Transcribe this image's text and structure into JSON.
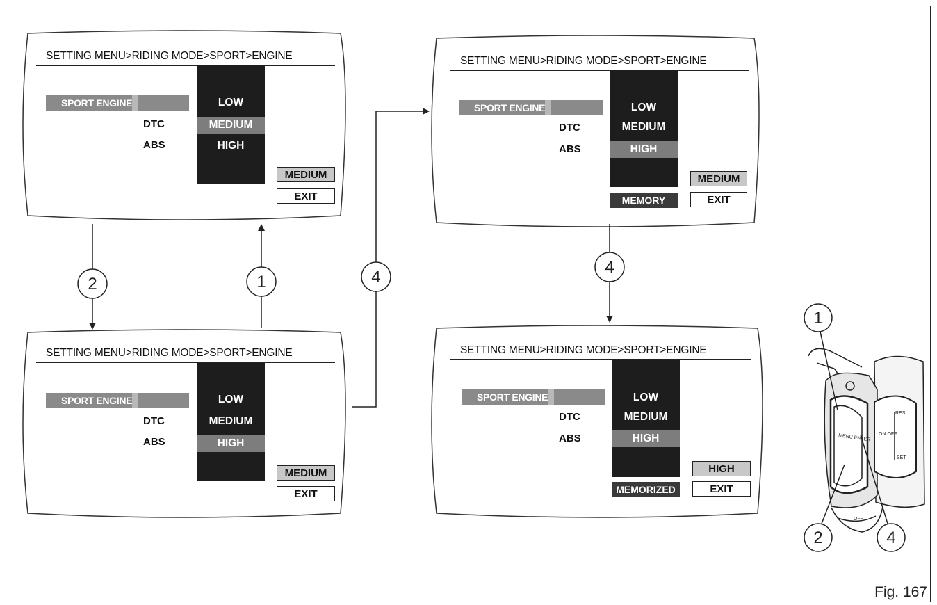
{
  "figure_label": "Fig. 167",
  "breadcrumb": "SETTING MENU>RIDING MODE>SPORT>ENGINE",
  "sport_item": "SPORT ENGINE",
  "dtc": "DTC",
  "abs": "ABS",
  "options": [
    "LOW",
    "MEDIUM",
    "HIGH"
  ],
  "screens": [
    {
      "selected_option": "MEDIUM",
      "value_box": "MEDIUM",
      "exit": "EXIT",
      "status": ""
    },
    {
      "selected_option": "HIGH",
      "value_box": "MEDIUM",
      "exit": "EXIT",
      "status": ""
    },
    {
      "selected_option": "HIGH",
      "value_box": "MEDIUM",
      "exit": "EXIT",
      "status": "MEMORY"
    },
    {
      "selected_option": "HIGH",
      "value_box": "HIGH",
      "exit": "EXIT",
      "status": "MEMORIZED"
    }
  ],
  "step_markers": [
    "1",
    "2",
    "4",
    "4"
  ],
  "switch_callouts": [
    "1",
    "2",
    "4"
  ],
  "switch_text": {
    "menu_enter": "MENU ENTER",
    "on_off": "ON OFF",
    "res": "RES",
    "set": "SET",
    "off": "OFF"
  }
}
